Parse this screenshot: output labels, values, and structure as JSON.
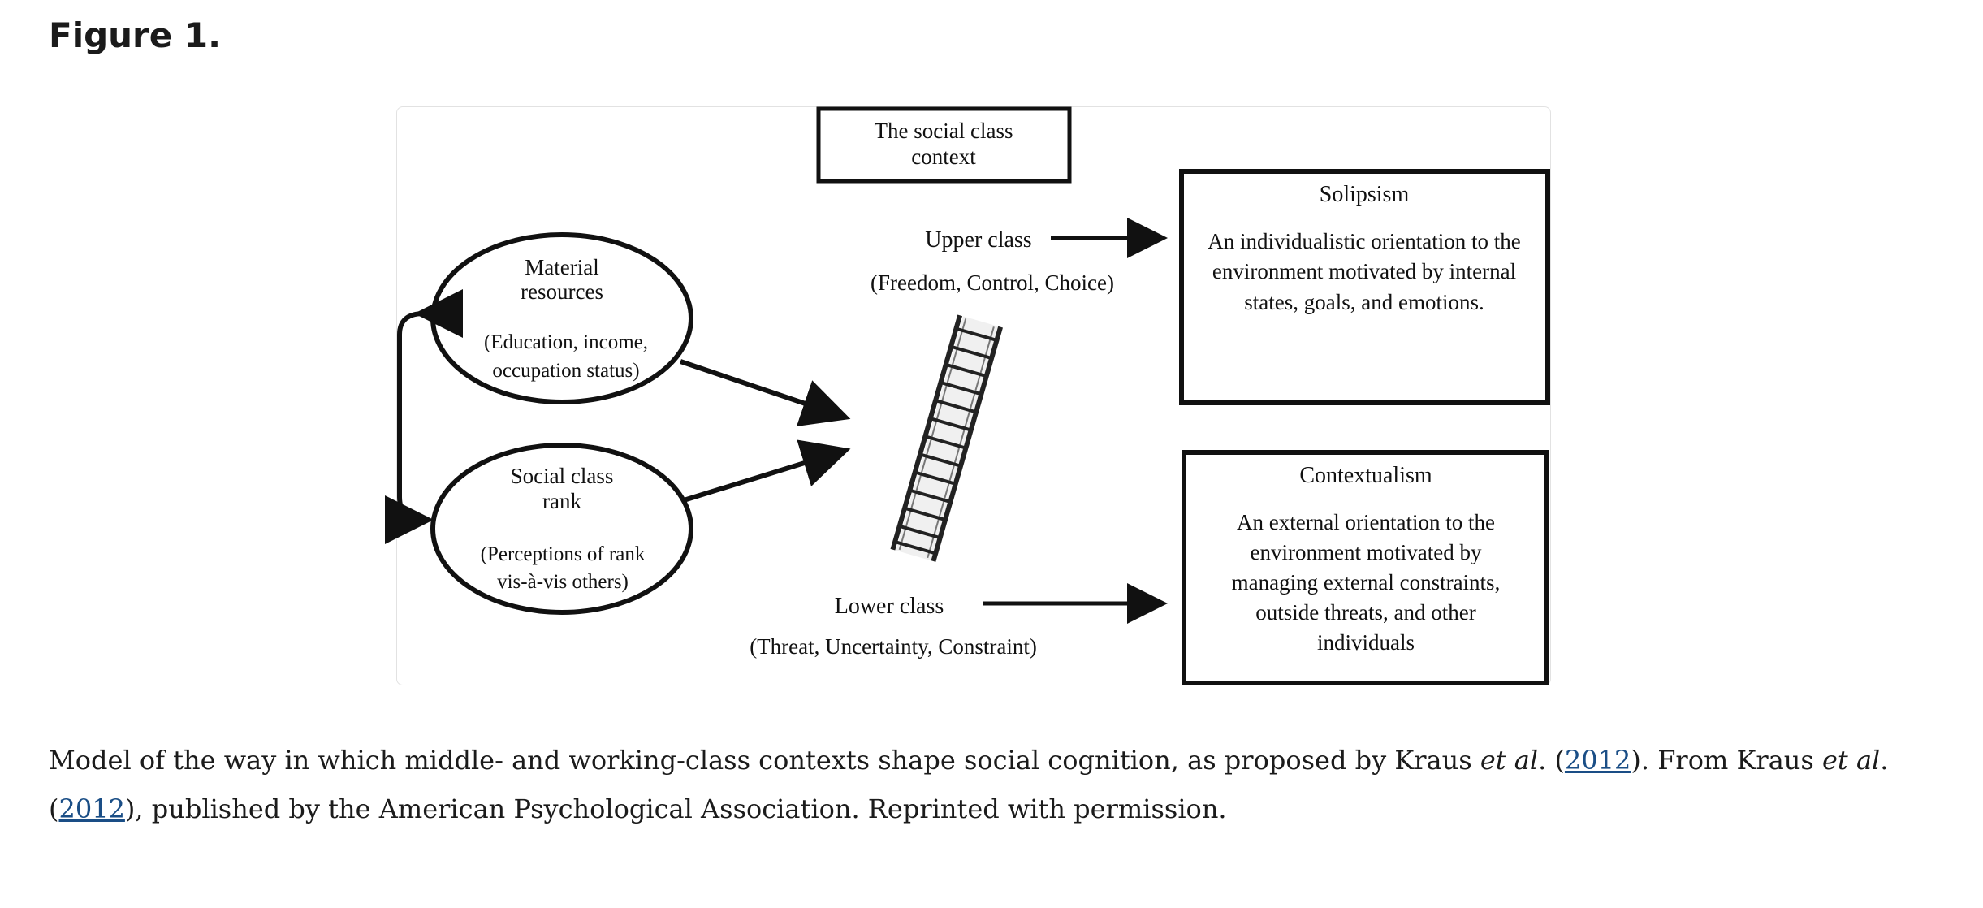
{
  "figure": {
    "heading": "Figure 1."
  },
  "diagram": {
    "context_box": [
      "The social class",
      "context"
    ],
    "upper_class": {
      "label": "Upper class",
      "traits": "(Freedom, Control, Choice)"
    },
    "lower_class": {
      "label": "Lower class",
      "traits": "(Threat, Uncertainty, Constraint)"
    },
    "material_resources": {
      "title": [
        "Material",
        "resources"
      ],
      "detail": [
        "(Education, income,",
        "occupation status)"
      ]
    },
    "social_class_rank": {
      "title": [
        "Social class",
        "rank"
      ],
      "detail": [
        "(Perceptions of rank",
        "vis-à-vis others)"
      ]
    },
    "solipsism": {
      "title": "Solipsism",
      "description": [
        "An individualistic orientation to the",
        "environment motivated by internal",
        "states, goals, and emotions."
      ]
    },
    "contextualism": {
      "title": "Contextualism",
      "description": [
        "An external orientation to the",
        "environment motivated by",
        "managing external constraints,",
        "outside threats, and other",
        "individuals"
      ]
    }
  },
  "caption": {
    "text_1": "Model of the way in which middle- and working-class contexts shape social cognition, as proposed by Kraus ",
    "etal_1": "et al",
    "text_2": ". (",
    "cite_1": "2012",
    "text_3": "). From Kraus ",
    "etal_2": "et al",
    "text_4": ". (",
    "cite_2": "2012",
    "text_5": "), published by the American Psychological Association. Reprinted with permission."
  }
}
